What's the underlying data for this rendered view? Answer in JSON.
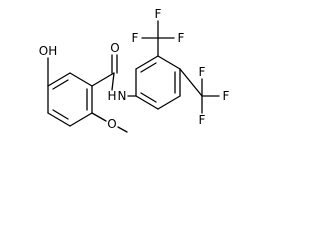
{
  "molecule": {
    "atoms": {
      "hydroxyl": "OH",
      "carbonyl_o": "O",
      "amide_nh": "N",
      "amide_h": "H",
      "ether_o": "O",
      "cf3_top_f1": "F",
      "cf3_top_f2": "F",
      "cf3_top_f3": "F",
      "cf3_right_f1": "F",
      "cf3_right_f2": "F",
      "cf3_right_f3": "F"
    }
  }
}
